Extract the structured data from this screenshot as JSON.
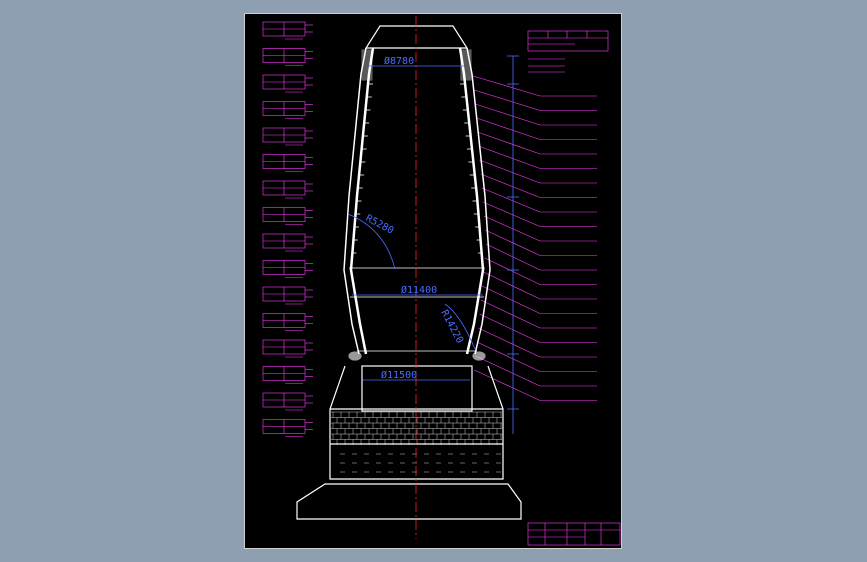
{
  "drawing": {
    "dimensions": {
      "top_inner_diameter": "Ø8780",
      "upper_radius": "R5280",
      "belly_diameter": "Ø11400",
      "bosh_radius": "R14220",
      "hearth_diameter": "Ø11500"
    },
    "colors": {
      "background": "#000000",
      "page": "#8f9fb2",
      "outline": "#ffffff",
      "annotation": "#ff3cff",
      "dimension": "#4a6cff",
      "centerline": "#ff2020"
    },
    "left_tables_count": 16,
    "right_leaders_count": 22
  }
}
